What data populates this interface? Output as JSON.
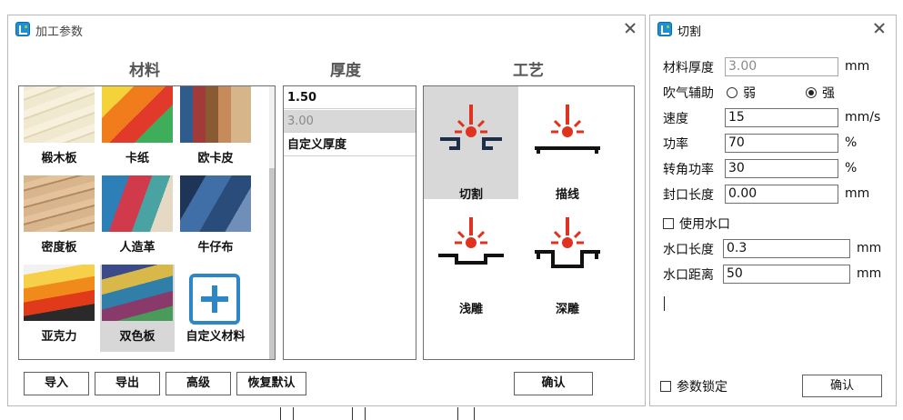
{
  "left_window": {
    "title": "加工参数",
    "materials_title": "材料",
    "thickness_title": "厚度",
    "process_title": "工艺",
    "materials": [
      {
        "label": "椴木板",
        "icon": "basswood-image"
      },
      {
        "label": "卡纸",
        "icon": "cardstock-image"
      },
      {
        "label": "欧卡皮",
        "icon": "leather-image"
      },
      {
        "label": "密度板",
        "icon": "mdf-image"
      },
      {
        "label": "人造革",
        "icon": "artificial-leather-image"
      },
      {
        "label": "牛仔布",
        "icon": "denim-image"
      },
      {
        "label": "亚克力",
        "icon": "acrylic-image"
      },
      {
        "label": "双色板",
        "icon": "two-color-board-image"
      },
      {
        "label": "自定义材料",
        "icon": "custom-material-plus-icon"
      }
    ],
    "selected_material": "双色板",
    "thickness_options": [
      "1.50",
      "3.00",
      "自定义厚度"
    ],
    "selected_thickness": "3.00",
    "processes": [
      {
        "label": "切割",
        "icon": "laser-cut-icon"
      },
      {
        "label": "描线",
        "icon": "laser-line-icon"
      },
      {
        "label": "浅雕",
        "icon": "laser-shallow-engrave-icon"
      },
      {
        "label": "深雕",
        "icon": "laser-deep-engrave-icon"
      }
    ],
    "selected_process": "切割",
    "buttons": {
      "import": "导入",
      "export": "导出",
      "advanced": "高级",
      "restore": "恢复默认",
      "confirm": "确认"
    },
    "colors": {
      "accent_red": "#e0321e",
      "icon_navy": "#1b2f4a",
      "selection": "#d8d8d8"
    }
  },
  "right_window": {
    "title": "切割",
    "material_thickness": {
      "label": "材料厚度",
      "value": "3.00",
      "unit": "mm"
    },
    "air_assist": {
      "label": "吹气辅助",
      "options": [
        "弱",
        "强"
      ],
      "selected": "强"
    },
    "speed": {
      "label": "速度",
      "value": "15",
      "unit": "mm/s"
    },
    "power": {
      "label": "功率",
      "value": "70",
      "unit": "%"
    },
    "corner_power": {
      "label": "转角功率",
      "value": "30",
      "unit": "%"
    },
    "seal_length": {
      "label": "封口长度",
      "value": "0.00",
      "unit": "mm"
    },
    "use_gate": {
      "label": "使用水口",
      "checked": false
    },
    "gate_length": {
      "label": "水口长度",
      "value": "0.3",
      "unit": "mm"
    },
    "gate_distance": {
      "label": "水口距离",
      "value": "50",
      "unit": "mm"
    },
    "param_lock": {
      "label": "参数锁定",
      "checked": false
    },
    "confirm": "确认"
  }
}
